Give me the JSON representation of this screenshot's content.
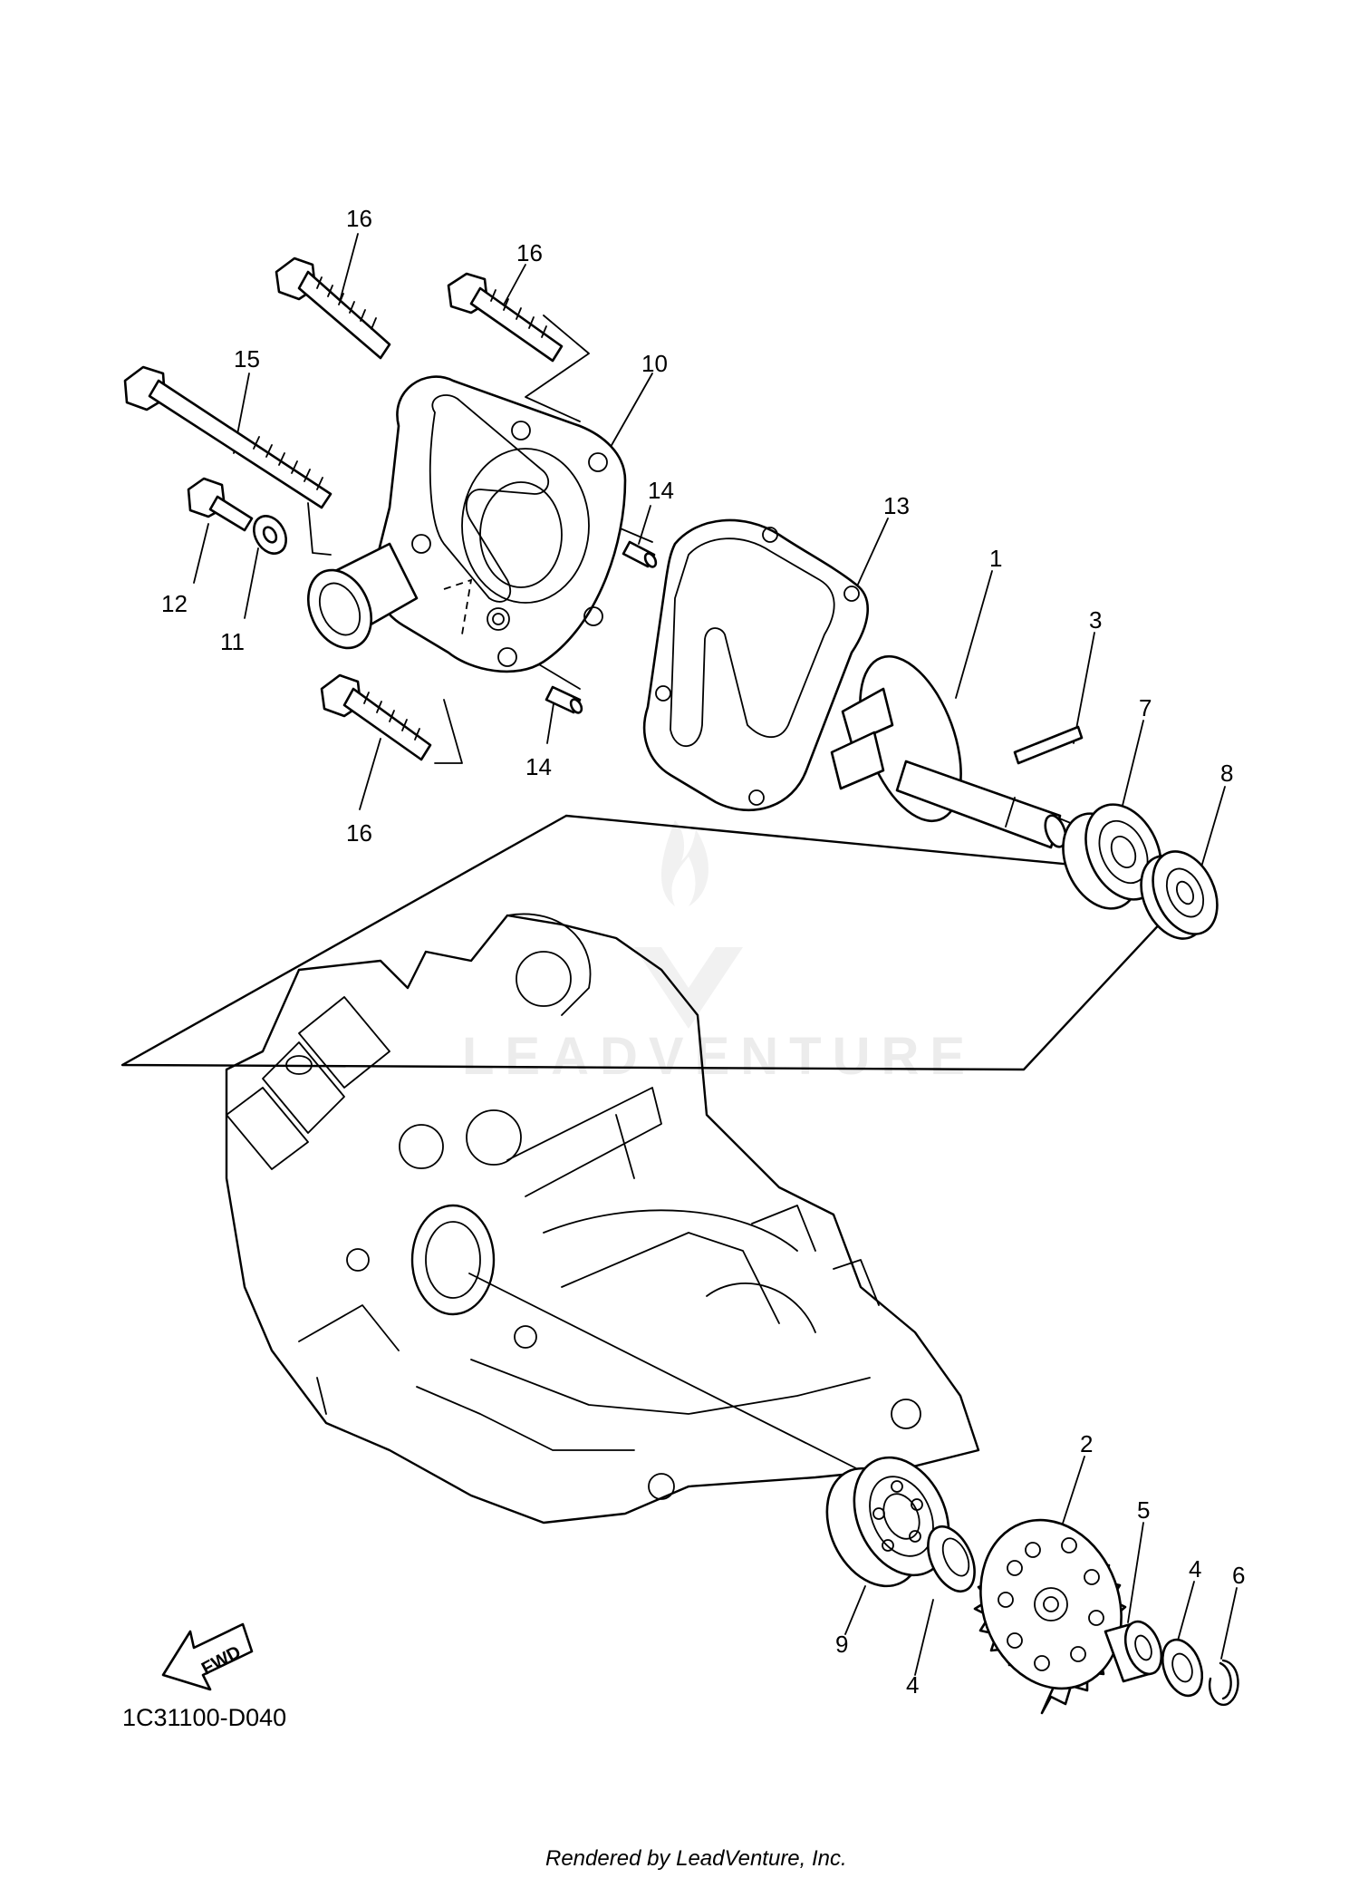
{
  "callouts": {
    "p1": "1",
    "p2": "2",
    "p3": "3",
    "p4a": "4",
    "p4b": "4",
    "p5": "5",
    "p6": "6",
    "p7": "7",
    "p8": "8",
    "p9": "9",
    "p10": "10",
    "p11": "11",
    "p12": "12",
    "p13": "13",
    "p14a": "14",
    "p14b": "14",
    "p15": "15",
    "p16a": "16",
    "p16b": "16",
    "p16c": "16"
  },
  "fwd_label": "FWD",
  "diagram_code": "1C31100-D040",
  "footer": "Rendered by LeadVenture, Inc.",
  "watermark": {
    "brand": "LEADVENTURE",
    "icon": "leadventure-logo-icon"
  },
  "icons": {
    "fwd_arrow": "fwd-arrow-icon"
  }
}
